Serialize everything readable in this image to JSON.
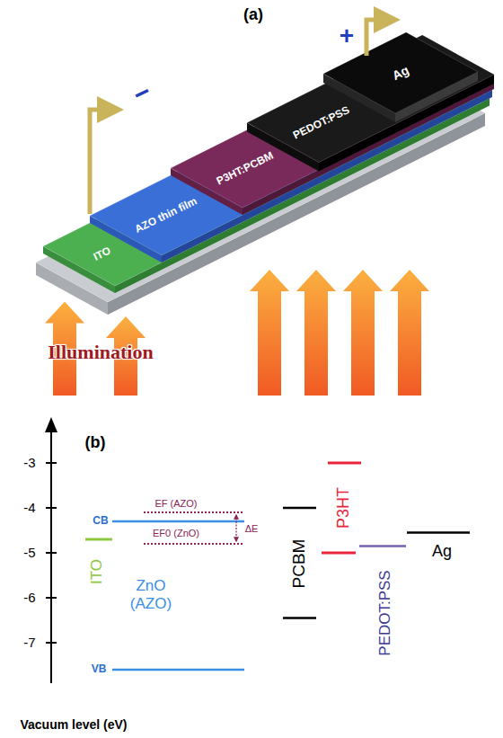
{
  "diagram": {
    "labels": [
      "(a)",
      "Ag",
      "PEDOT:PSS",
      "P3HT:PCBM",
      "AZO thin film",
      "ITO",
      "−",
      "+",
      "Illumination",
      "(b)",
      "-3",
      "-4",
      "-5",
      "-6",
      "-7",
      "EF (AZO)",
      "CB",
      "EF0 (ZnO)",
      "ΔE",
      "ITO",
      "ZnO (AZO)",
      "VB",
      "PCBM",
      "P3HT",
      "PEDOT:PSS",
      "Ag",
      "Vacuum level (eV)"
    ]
  }
}
